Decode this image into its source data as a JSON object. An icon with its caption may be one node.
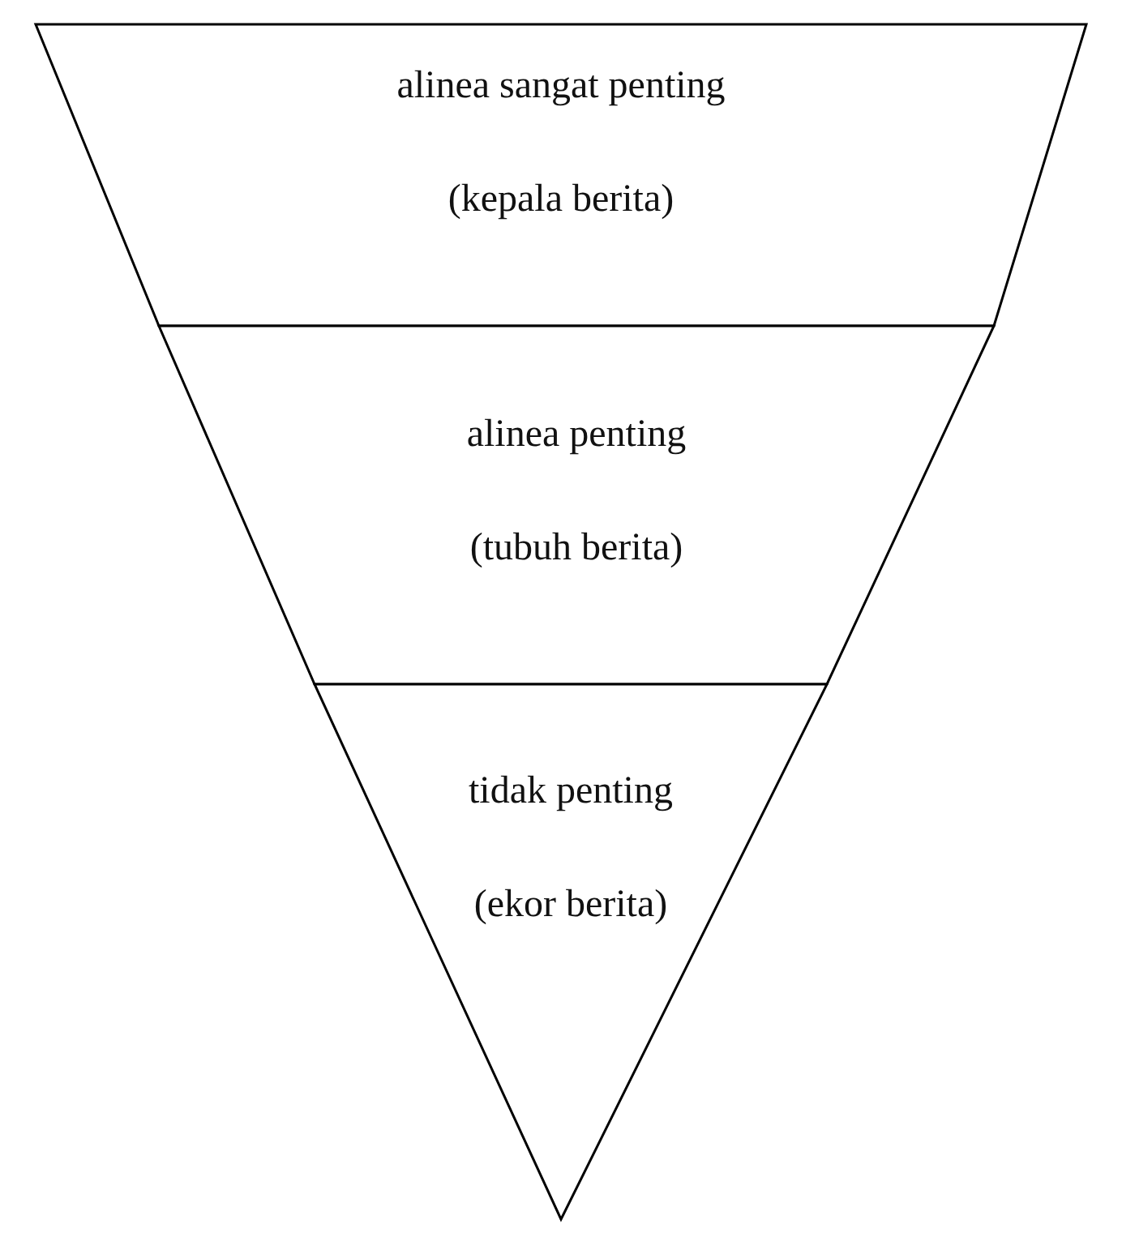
{
  "diagram": {
    "nodes": [
      {
        "text": [
          "alinea sangat penting",
          "(kepala berita)"
        ]
      },
      {
        "text": [
          "alinea penting",
          "(tubuh berita)"
        ]
      },
      {
        "text": [
          "tidak penting",
          "(ekor berita)"
        ]
      }
    ]
  }
}
